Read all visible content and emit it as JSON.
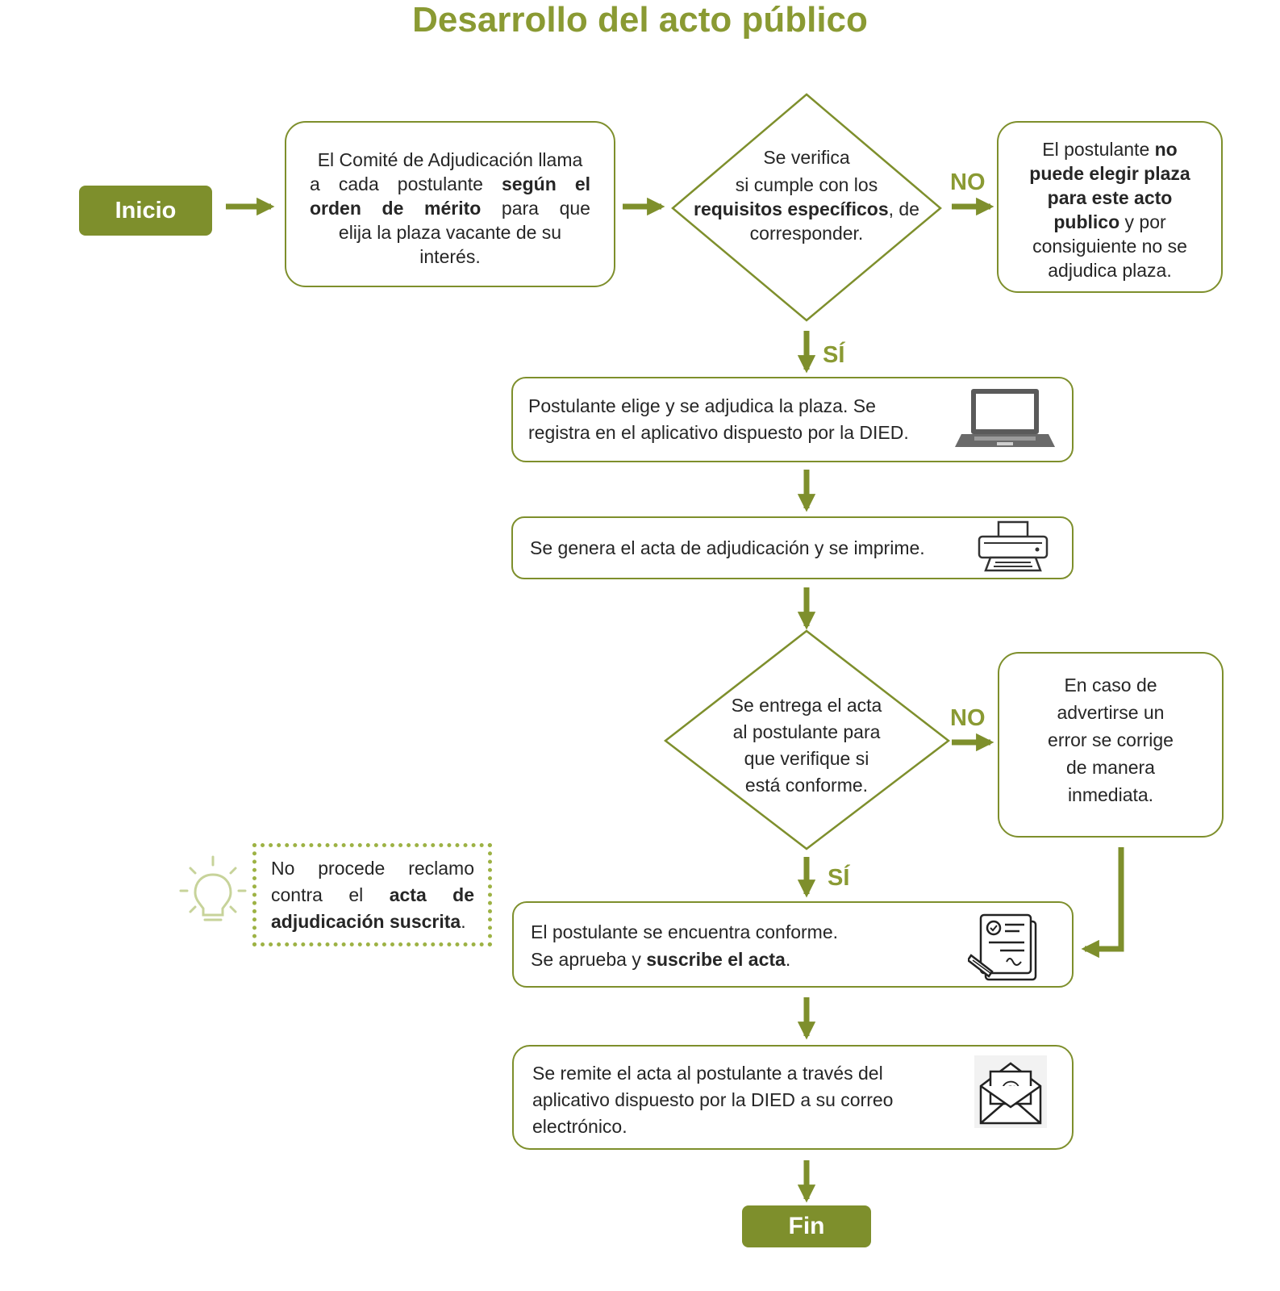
{
  "title": "Desarrollo del acto público",
  "start": {
    "label": "Inicio"
  },
  "end": {
    "label": "Fin"
  },
  "step_call": {
    "l1": "El Comité de Adjudicación llama",
    "l2a": "a cada postulante ",
    "l2b": "según el",
    "l3a": "orden de mérito",
    "l3b": " para que",
    "l4": "elija la plaza vacante de su",
    "l5": "interés."
  },
  "decision_requirements": {
    "l1": "Se verifica",
    "l2": "si cumple con los",
    "l3a": "requisitos específicos",
    "l3b": ", de",
    "l4": "corresponder."
  },
  "no_place": {
    "l1a": "El postulante ",
    "l1b": "no",
    "l2": "puede elegir plaza",
    "l3": "para este acto",
    "l4a": "publico",
    "l4b": " y por",
    "l5": "consiguiente no se",
    "l6": "adjudica plaza."
  },
  "step_register": {
    "l1": "Postulante elige y se adjudica la plaza. Se",
    "l2": "registra en el aplicativo dispuesto por la DIED."
  },
  "step_print": {
    "text": "Se genera el acta de adjudicación y se imprime."
  },
  "decision_delivery": {
    "l1": "Se entrega el acta",
    "l2": "al postulante para",
    "l3": "que verifique si",
    "l4": "está conforme."
  },
  "error_fix": {
    "l1": "En caso de",
    "l2": "advertirse un",
    "l3": "error se corrige",
    "l4": "de manera",
    "l5": "inmediata."
  },
  "step_approve": {
    "l1": "El postulante se encuentra conforme.",
    "l2a": "Se aprueba y ",
    "l2b": "suscribe el acta",
    "l2c": "."
  },
  "step_send": {
    "l1": "Se remite el acta al postulante a través del",
    "l2": "aplicativo dispuesto por la DIED a su correo",
    "l3": "electrónico."
  },
  "note": {
    "l1": "No procede reclamo",
    "l2a": "contra el ",
    "l2b": "acta de",
    "l3a": "adjudicación suscrita",
    "l3b": "."
  },
  "labels": {
    "no": "NO",
    "si": "SÍ"
  },
  "icons": [
    "laptop-icon",
    "printer-icon",
    "signed-document-icon",
    "email-icon",
    "lightbulb-icon"
  ],
  "colors": {
    "accent": "#7e8f2c",
    "title": "#8a9a33",
    "note_border": "#9db244",
    "text": "#262626"
  }
}
